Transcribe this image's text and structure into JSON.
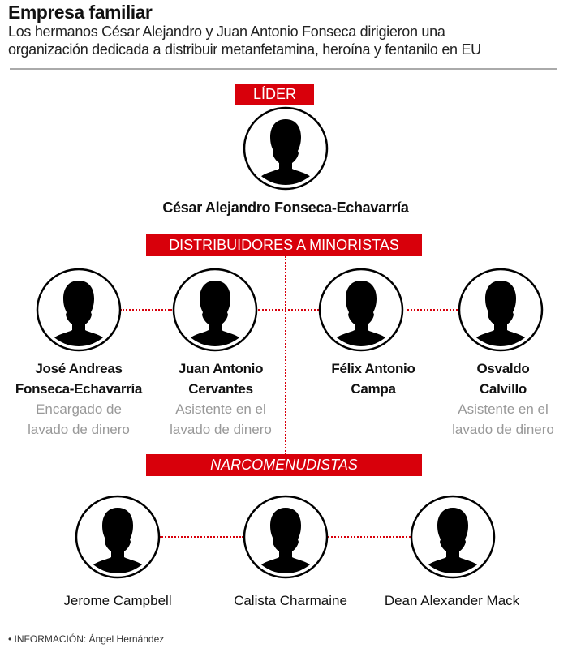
{
  "header": {
    "title": "Empresa familiar",
    "subtitle_lines": [
      "Los hermanos César Alejandro y Juan Antonio Fonseca dirigieron una",
      "organización dedicada a distribuir metanfetamina, heroína y fentanilo en EU"
    ]
  },
  "sections": {
    "leader": "LÍDER",
    "distributors": "DISTRIBUIDORES A MINORISTAS",
    "retail": "NARCOMENUDISTAS"
  },
  "leader": {
    "name": "César Alejandro Fonseca-Echavarría"
  },
  "distributors": [
    {
      "name1": "José Andreas",
      "name2": "Fonseca-Echavarría",
      "role1": "Encargado de",
      "role2": "lavado de dinero"
    },
    {
      "name1": "Juan Antonio",
      "name2": "Cervantes",
      "role1": "Asistente en el",
      "role2": "lavado de dinero"
    },
    {
      "name1": "Félix Antonio",
      "name2": "Campa",
      "role1": "",
      "role2": ""
    },
    {
      "name1": "Osvaldo",
      "name2": "Calvillo",
      "role1": "Asistente en el",
      "role2": "lavado de dinero"
    }
  ],
  "retailers": [
    "Jerome Campbell",
    "Calista Charmaine",
    "Dean Alexander Mack"
  ],
  "footer": "• INFORMACIÓN: Ángel Hernández",
  "colors": {
    "accent": "#d8000b",
    "rule": "#aaaaaa",
    "role_text": "#999999"
  }
}
